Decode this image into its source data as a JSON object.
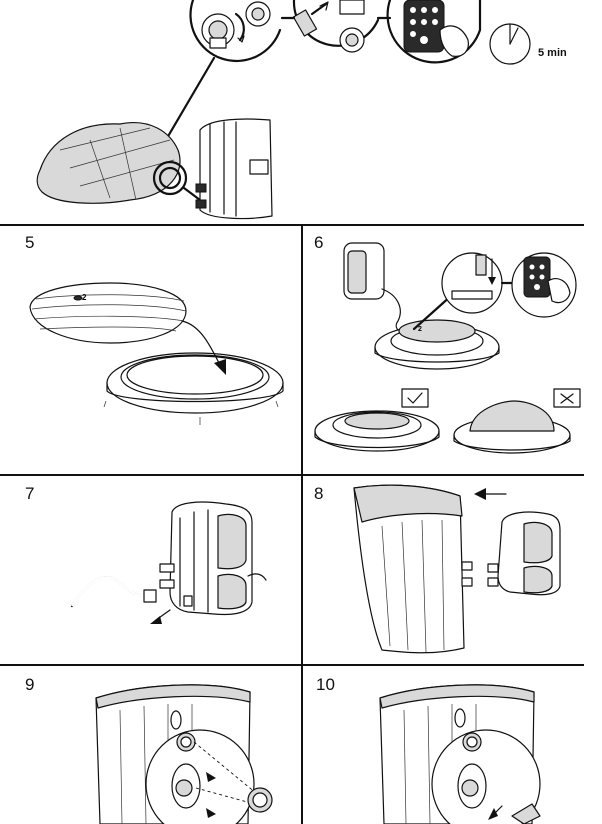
{
  "steps": [
    {
      "number": "5"
    },
    {
      "number": "6"
    },
    {
      "number": "7"
    },
    {
      "number": "8"
    },
    {
      "number": "9"
    },
    {
      "number": "10"
    }
  ],
  "timer": {
    "label": "5 min"
  },
  "labels": {
    "valve_number_step5": "2",
    "valve_number_step6": "2"
  },
  "colors": {
    "line": "#111111",
    "background": "#ffffff",
    "shade": "#d9d9d9"
  },
  "icons": {
    "check": "check-icon",
    "cross": "cross-icon",
    "arrow": "arrow-icon",
    "timer": "clock-icon"
  }
}
